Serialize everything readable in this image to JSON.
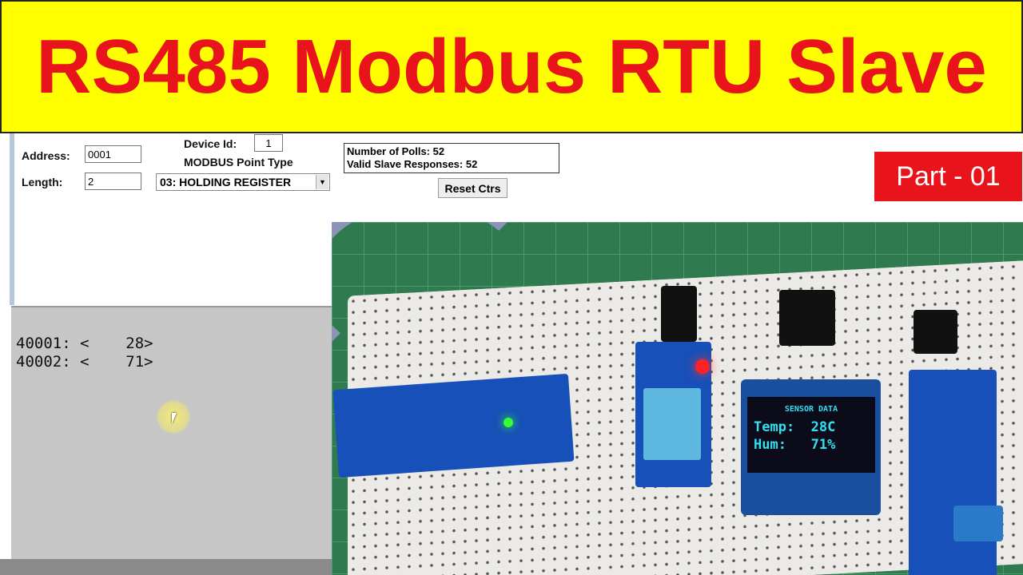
{
  "banner": {
    "title": "RS485 Modbus RTU Slave"
  },
  "badge": {
    "label": "Part - 01"
  },
  "form": {
    "address_label": "Address:",
    "address_value": "0001",
    "length_label": "Length:",
    "length_value": "2",
    "device_id_label": "Device Id:",
    "device_id_value": "1",
    "point_type_label": "MODBUS Point Type",
    "point_type_value": "03: HOLDING REGISTER",
    "polls": "Number of Polls: 52",
    "valid": "Valid Slave Responses: 52",
    "reset_label": "Reset Ctrs"
  },
  "registers": "40001: <    28>\n40002: <    71>",
  "oled": {
    "title": "SENSOR DATA",
    "temp": "Temp:  28C",
    "hum": "Hum:   71%",
    "color": "#33e0f0"
  },
  "colors": {
    "banner_bg": "#ffff00",
    "banner_text": "#e8131b",
    "badge_bg": "#e8131b"
  }
}
